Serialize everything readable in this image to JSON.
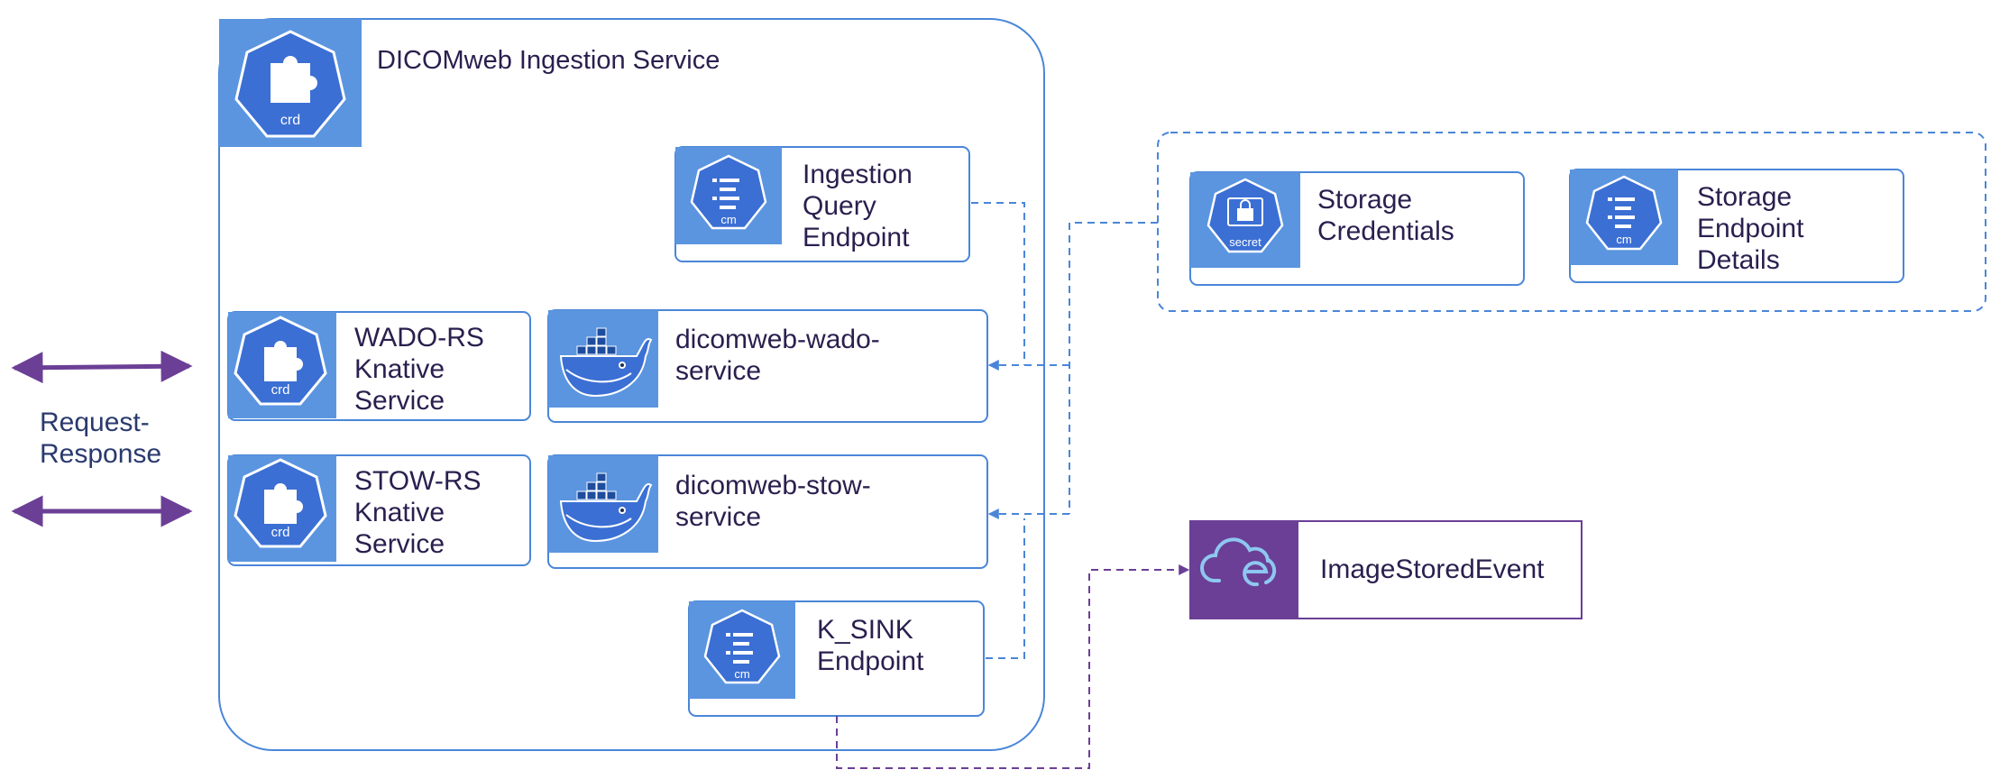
{
  "service": {
    "title": "DICOMweb Ingestion Service",
    "icon": "crd-icon",
    "icon_text": "crd"
  },
  "ingestion_query": {
    "label": "Ingestion\nQuery\nEndpoint",
    "icon": "configmap-icon",
    "icon_text": "cm"
  },
  "wado_knative": {
    "label": "WADO-RS\nKnative\nService",
    "icon": "crd-icon",
    "icon_text": "crd"
  },
  "wado_service": {
    "label": "dicomweb-wado-\nservice",
    "icon": "docker-whale-icon"
  },
  "stow_knative": {
    "label": "STOW-RS\nKnative\nService",
    "icon": "crd-icon",
    "icon_text": "crd"
  },
  "stow_service": {
    "label": "dicomweb-stow-\nservice",
    "icon": "docker-whale-icon"
  },
  "k_sink": {
    "label": "K_SINK\nEndpoint",
    "icon": "configmap-icon",
    "icon_text": "cm"
  },
  "storage_credentials": {
    "label": "Storage\nCredentials",
    "icon": "secret-icon",
    "icon_text": "secret"
  },
  "storage_endpoint": {
    "label": "Storage\nEndpoint\nDetails",
    "icon": "configmap-icon",
    "icon_text": "cm"
  },
  "event": {
    "label": "ImageStoredEvent",
    "icon": "cloud-event-icon"
  },
  "request_response": {
    "label": "Request-\nResponse"
  },
  "colors": {
    "border_blue": "#4a86d8",
    "icon_bg": "#5b95e0",
    "heptagon": "#3b6fd4",
    "purple": "#6b3f96",
    "event_bg": "#6b3f96"
  }
}
